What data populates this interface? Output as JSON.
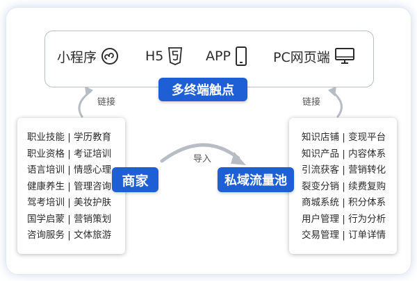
{
  "channels": [
    {
      "label": "小程序",
      "icon": "mini-program-icon"
    },
    {
      "label": "H5",
      "icon": "html5-icon"
    },
    {
      "label": "APP",
      "icon": "smartphone-icon"
    },
    {
      "label": "PC网页端",
      "icon": "monitor-icon"
    }
  ],
  "touchpoints_label": "多终端触点",
  "link_label_left": "链接",
  "link_label_right": "链接",
  "import_label": "导入",
  "merchant_label": "商家",
  "private_domain_label": "私域流量池",
  "merchant_categories": [
    "职业技能 | 学历教育",
    "职业资格 | 考证培训",
    "语言培训 | 情感心理",
    "健康养生 | 管理咨询",
    "驾考培训 | 美妆护肤",
    "国学启蒙 | 营销策划",
    "咨询服务 | 文体旅游"
  ],
  "private_domain_features": [
    "知识店铺 | 变现平台",
    "知识产品 | 内容体系",
    "引流获客 | 营销转化",
    "裂变分销 | 续费复购",
    "商城系统 | 积分体系",
    "用户管理 | 行为分析",
    "交易管理 | 订单详情"
  ],
  "colors": {
    "accent": "#1f5fd6",
    "arrow_gray": "#b8bcc4",
    "text": "#2b2b2b"
  }
}
